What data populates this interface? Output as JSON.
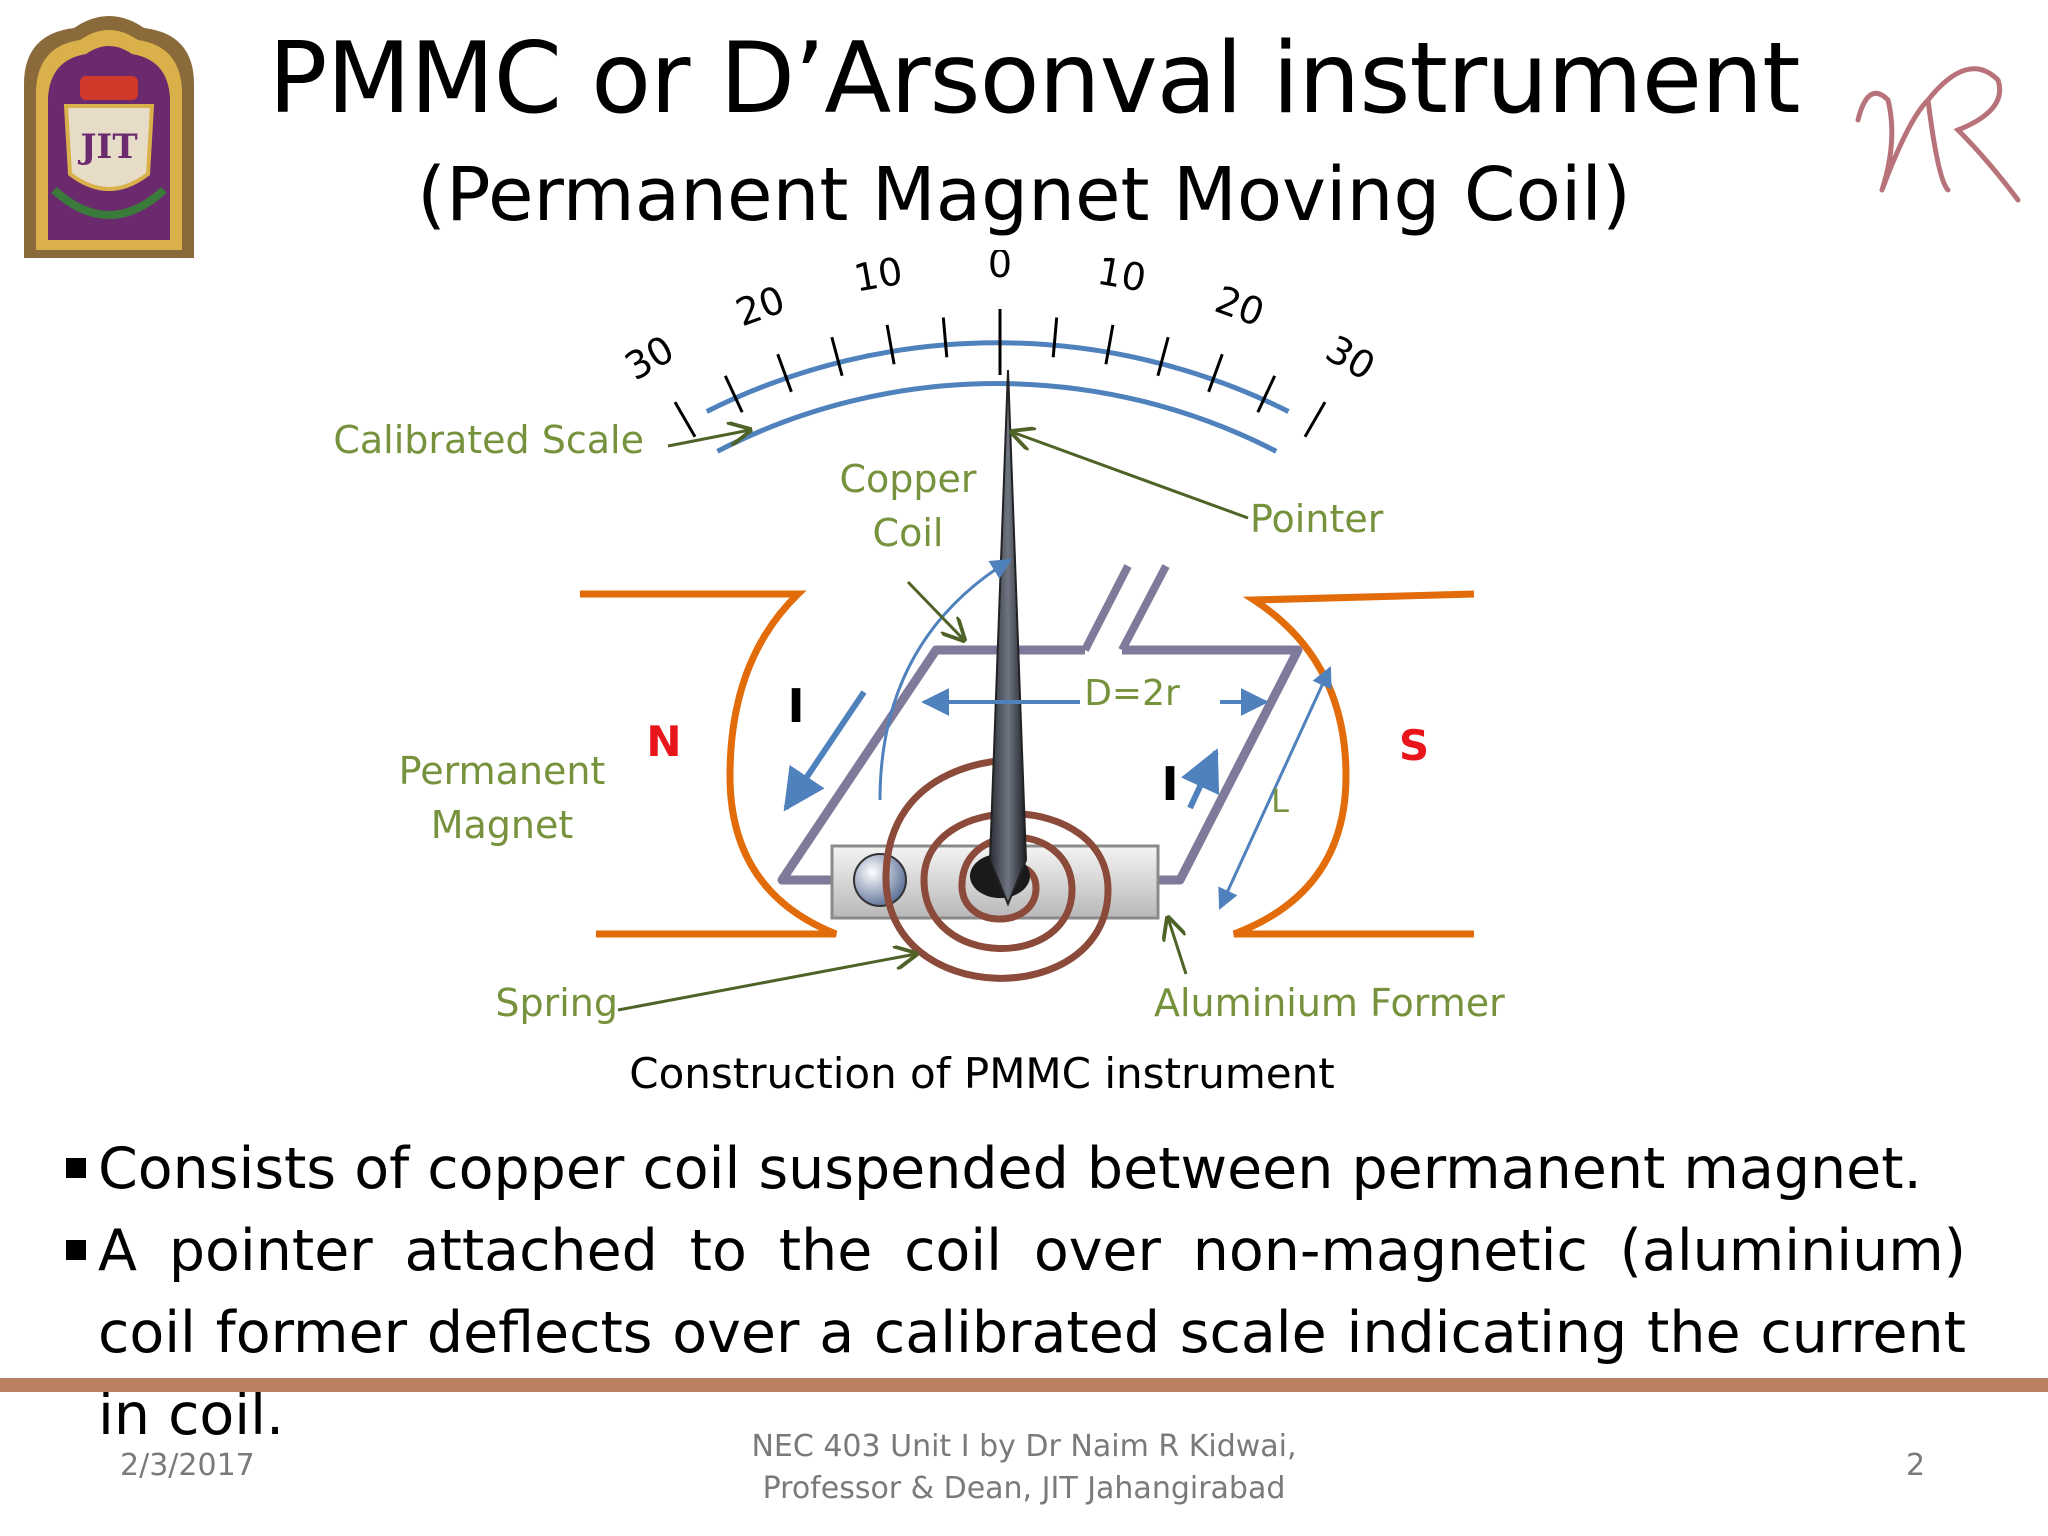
{
  "slide": {
    "title": "PMMC or D’Arsonval instrument",
    "subtitle": "(Permanent Magnet Moving Coil)",
    "logo_text": "JIT",
    "signature_text": "NR"
  },
  "diagram": {
    "scale_numbers": [
      "30",
      "20",
      "10",
      "0",
      "10",
      "20",
      "30"
    ],
    "labels": {
      "calibrated_scale": "Calibrated Scale",
      "copper_coil_line1": "Copper",
      "copper_coil_line2": "Coil",
      "pointer": "Pointer",
      "permanent_magnet_line1": "Permanent",
      "permanent_magnet_line2": "Magnet",
      "north": "N",
      "south": "S",
      "current_left": "I",
      "current_right": "I",
      "diameter": "D=2r",
      "length": "L",
      "spring": "Spring",
      "aluminium_former": "Aluminium Former"
    },
    "caption": "Construction of PMMC instrument",
    "colors": {
      "label_green": "#76923c",
      "scale_blue": "#4f81bd",
      "magnet_orange": "#e36c0a",
      "pole_red": "#e8151b",
      "coil_frame": "#7f7a99",
      "copper": "#8b4a3a"
    }
  },
  "bullets": [
    "Consists of copper coil suspended between permanent magnet.",
    "A pointer attached to the coil over non-magnetic (aluminium) coil former deflects over a calibrated scale indicating the current in coil."
  ],
  "footer": {
    "date": "2/3/2017",
    "center_line1": "NEC 403 Unit I by Dr Naim R Kidwai,",
    "center_line2": "Professor & Dean, JIT Jahangirabad",
    "page": "2"
  }
}
